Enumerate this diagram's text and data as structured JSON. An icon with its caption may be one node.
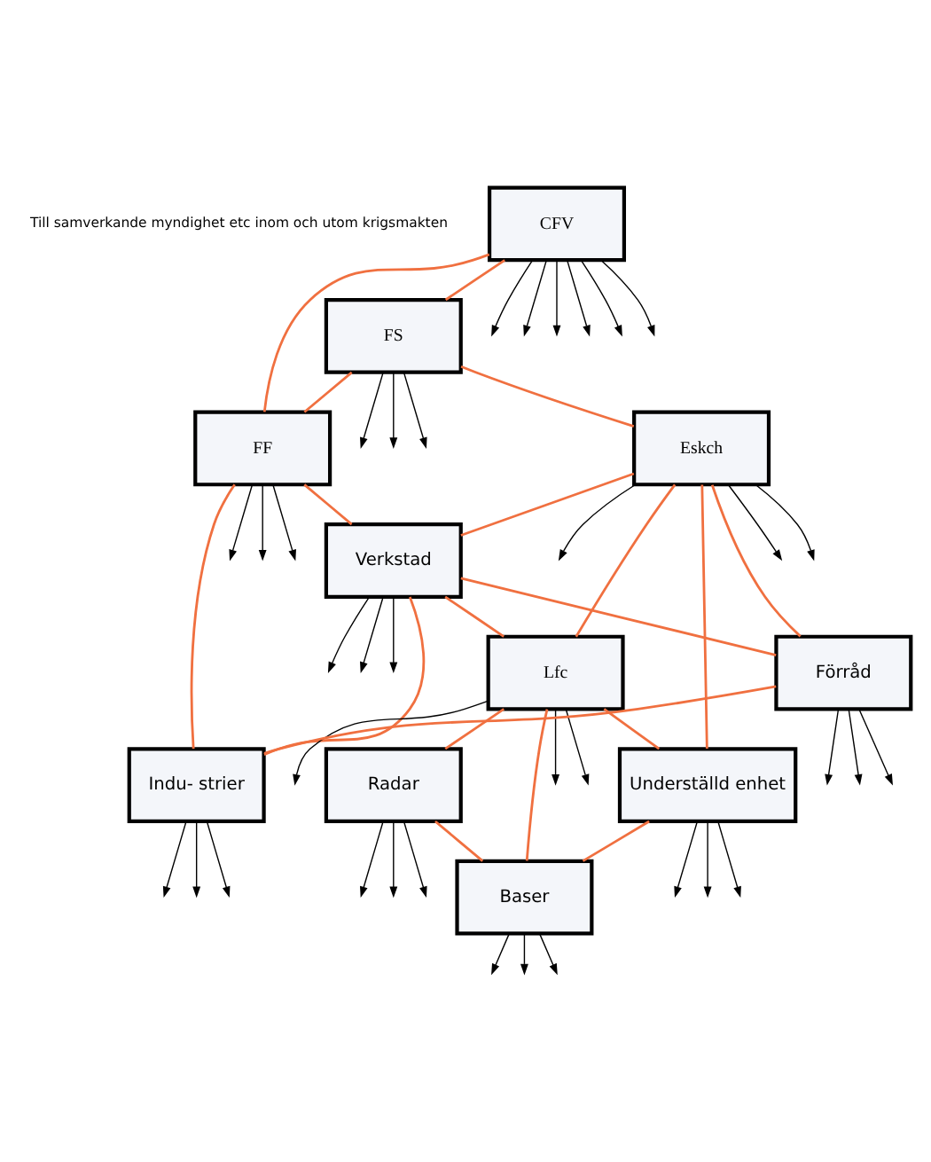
{
  "diagram": {
    "nodes": [
      {
        "text": [
          "CFV"
        ]
      },
      {
        "text": [
          "FS"
        ]
      },
      {
        "text": [
          "FF"
        ]
      },
      {
        "text": [
          "Eskch"
        ]
      },
      {
        "text": [
          "Verkstad"
        ]
      },
      {
        "text": [
          "Lfc"
        ]
      },
      {
        "text": [
          "Förråd"
        ]
      },
      {
        "text": [
          "Radar"
        ]
      },
      {
        "text": [
          "Underställd enhet"
        ]
      },
      {
        "text": [
          "Indu- strier"
        ]
      },
      {
        "text": [
          "Baser"
        ]
      }
    ],
    "edges": [
      {
        "from": 0,
        "to": 1,
        "arrow": "none",
        "color": "#f07040"
      },
      {
        "from": 0,
        "to": 2,
        "arrow": "none",
        "color": "#f07040"
      },
      {
        "from": 1,
        "to": 2,
        "arrow": "none",
        "color": "#f07040"
      },
      {
        "from": 1,
        "to": 3,
        "arrow": "none",
        "color": "#f07040"
      },
      {
        "from": 2,
        "to": 4,
        "arrow": "none",
        "color": "#f07040"
      },
      {
        "from": 2,
        "to": 9,
        "arrow": "none",
        "color": "#f07040"
      },
      {
        "from": 3,
        "to": 4,
        "arrow": "none",
        "color": "#f07040"
      },
      {
        "from": 3,
        "to": 5,
        "arrow": "none",
        "color": "#f07040"
      },
      {
        "from": 3,
        "to": 6,
        "arrow": "none",
        "color": "#f07040"
      },
      {
        "from": 3,
        "to": 8,
        "arrow": "none",
        "color": "#f07040"
      },
      {
        "from": 4,
        "to": 5,
        "arrow": "none",
        "color": "#f07040"
      },
      {
        "from": 4,
        "to": 6,
        "arrow": "none",
        "color": "#f07040"
      },
      {
        "from": 4,
        "to": 9,
        "arrow": "none",
        "color": "#f07040"
      },
      {
        "from": 6,
        "to": 9,
        "arrow": "none",
        "color": "#f07040"
      },
      {
        "from": 5,
        "to": 7,
        "arrow": "none",
        "color": "#f07040"
      },
      {
        "from": 5,
        "to": 8,
        "arrow": "none",
        "color": "#f07040"
      },
      {
        "from": 5,
        "to": 10,
        "arrow": "none",
        "color": "#f07040"
      },
      {
        "from": 7,
        "to": 10,
        "arrow": "none",
        "color": "#f07040"
      },
      {
        "from": 8,
        "to": 10,
        "arrow": "none",
        "color": "#f07040"
      },
      {
        "from": 0,
        "to": null,
        "arrow": "to"
      },
      {
        "from": 0,
        "to": null,
        "arrow": "to"
      },
      {
        "from": 0,
        "to": null,
        "arrow": "to"
      },
      {
        "from": 0,
        "to": null,
        "arrow": "to"
      },
      {
        "from": 0,
        "to": null,
        "arrow": "to"
      },
      {
        "from": 0,
        "to": null,
        "arrow": "to"
      },
      {
        "from": 1,
        "to": null,
        "arrow": "to"
      },
      {
        "from": 1,
        "to": null,
        "arrow": "to"
      },
      {
        "from": 1,
        "to": null,
        "arrow": "to"
      },
      {
        "from": 2,
        "to": null,
        "arrow": "to"
      },
      {
        "from": 2,
        "to": null,
        "arrow": "to"
      },
      {
        "from": 2,
        "to": null,
        "arrow": "to"
      },
      {
        "from": 3,
        "to": null,
        "arrow": "to"
      },
      {
        "from": 3,
        "to": null,
        "arrow": "to"
      },
      {
        "from": 3,
        "to": null,
        "arrow": "to"
      },
      {
        "from": 4,
        "to": null,
        "arrow": "to"
      },
      {
        "from": 4,
        "to": null,
        "arrow": "to"
      },
      {
        "from": 4,
        "to": null,
        "arrow": "to"
      },
      {
        "from": 5,
        "to": null,
        "arrow": "to"
      },
      {
        "from": 5,
        "to": null,
        "arrow": "to"
      },
      {
        "from": 5,
        "to": null,
        "arrow": "to"
      },
      {
        "from": 6,
        "to": null,
        "arrow": "to"
      },
      {
        "from": 6,
        "to": null,
        "arrow": "to"
      },
      {
        "from": 6,
        "to": null,
        "arrow": "to"
      },
      {
        "from": 7,
        "to": null,
        "arrow": "to"
      },
      {
        "from": 7,
        "to": null,
        "arrow": "to"
      },
      {
        "from": 7,
        "to": null,
        "arrow": "to"
      },
      {
        "from": 8,
        "to": null,
        "arrow": "to"
      },
      {
        "from": 8,
        "to": null,
        "arrow": "to"
      },
      {
        "from": 8,
        "to": null,
        "arrow": "to"
      },
      {
        "from": 9,
        "to": null,
        "arrow": "to"
      },
      {
        "from": 9,
        "to": null,
        "arrow": "to"
      },
      {
        "from": 9,
        "to": null,
        "arrow": "to"
      },
      {
        "from": 10,
        "to": null,
        "arrow": "to"
      },
      {
        "from": 10,
        "to": null,
        "arrow": "to"
      },
      {
        "from": 10,
        "to": null,
        "arrow": "to"
      }
    ],
    "labels": [
      "Till samverkande myndighet etc inom och utom krigsmakten"
    ]
  }
}
